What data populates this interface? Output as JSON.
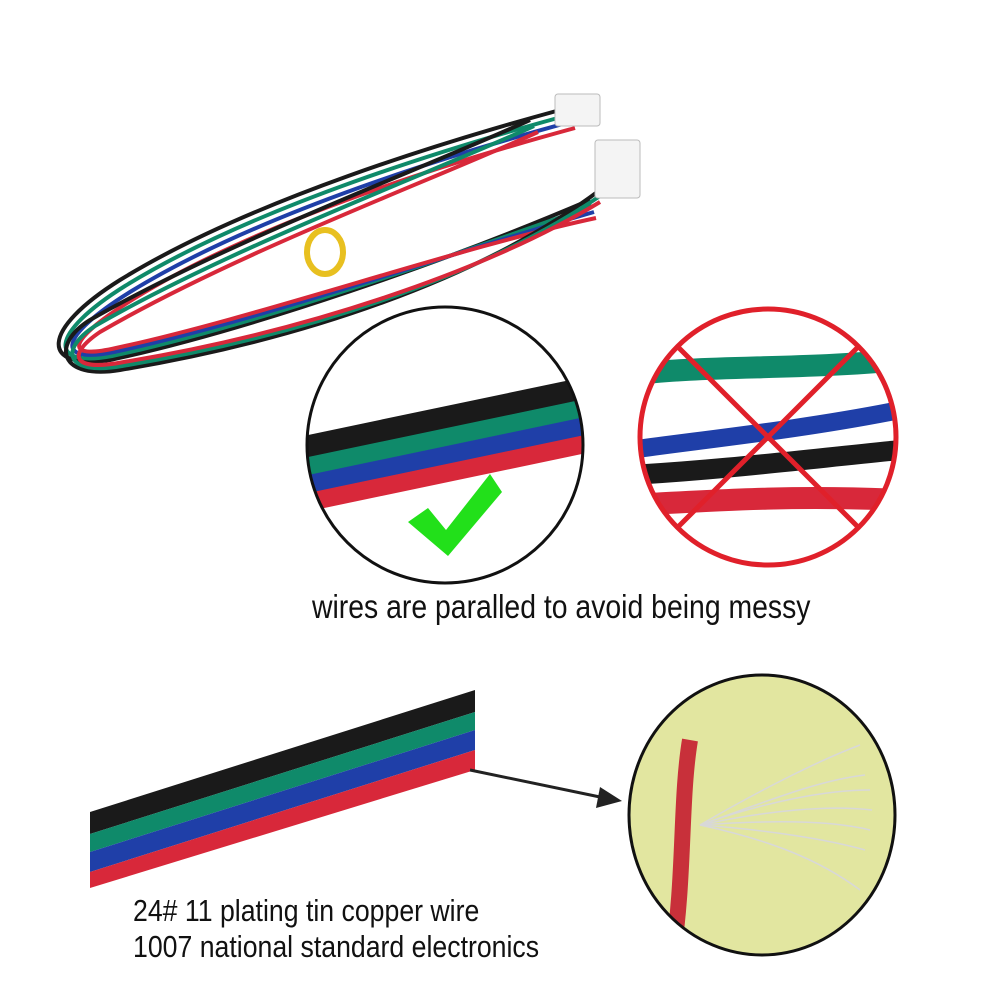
{
  "captions": {
    "parallel": "wires are paralled to avoid being messy",
    "spec_line1": "24# 11 plating tin copper wire",
    "spec_line2": "1007 national standard electronics"
  },
  "wire_colors": {
    "black": "#1a1a1a",
    "green": "#0f8a6a",
    "blue": "#1f3fa8",
    "red": "#d8283a"
  },
  "icons": {
    "good": "green-checkmark",
    "bad": "red-cross"
  },
  "colors": {
    "check": "#22e01a",
    "cross": "#e0202a",
    "background_oval": "#e2e6a0"
  }
}
